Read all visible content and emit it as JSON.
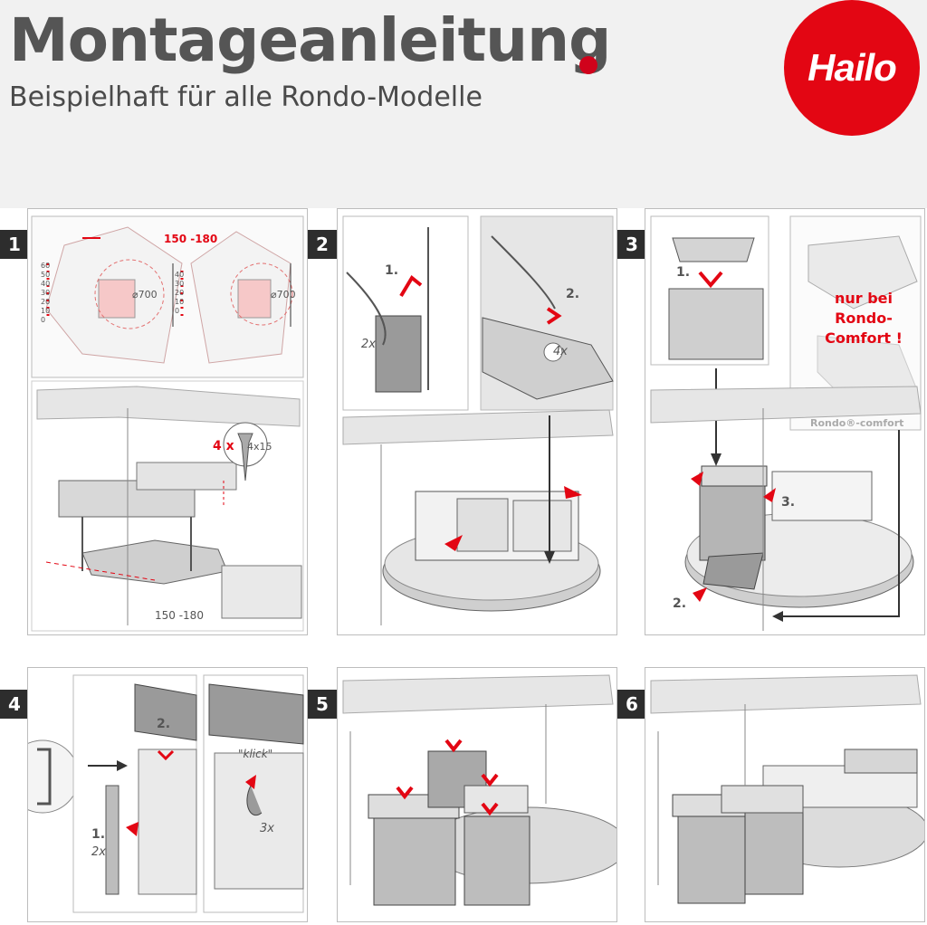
{
  "header": {
    "title": "Montageanleitung",
    "subtitle": "Beispielhaft für alle Rondo-Modelle",
    "logo_text": "Hailo",
    "brand_color": "#e30613"
  },
  "steps": [
    {
      "number": "1",
      "labels": {
        "width_range_top": "150 -180",
        "diameter_left": "⌀700",
        "diameter_right": "⌀700",
        "scale_left": [
          "60",
          "50",
          "40",
          "30",
          "20",
          "10",
          "0"
        ],
        "scale_right": [
          "40",
          "30",
          "20",
          "10",
          "0"
        ],
        "screw_count": "4 x",
        "screw_size": "4x15",
        "width_range_bottom": "150 -180"
      }
    },
    {
      "number": "2",
      "labels": {
        "step_a": "1.",
        "count_a": "2x",
        "step_b": "2.",
        "count_b": "4x"
      }
    },
    {
      "number": "3",
      "labels": {
        "step_1": "1.",
        "step_2": "2.",
        "step_3": "3.",
        "note_line1": "nur bei",
        "note_line2": "Rondo-",
        "note_line3": "Comfort !",
        "comfort_caption": "Rondo®-comfort"
      }
    },
    {
      "number": "4",
      "labels": {
        "step_1": "1.",
        "count_1": "2x",
        "step_2": "2.",
        "click": "\"klick\"",
        "count_3": "3x"
      }
    },
    {
      "number": "5",
      "labels": {}
    },
    {
      "number": "6",
      "labels": {}
    }
  ]
}
